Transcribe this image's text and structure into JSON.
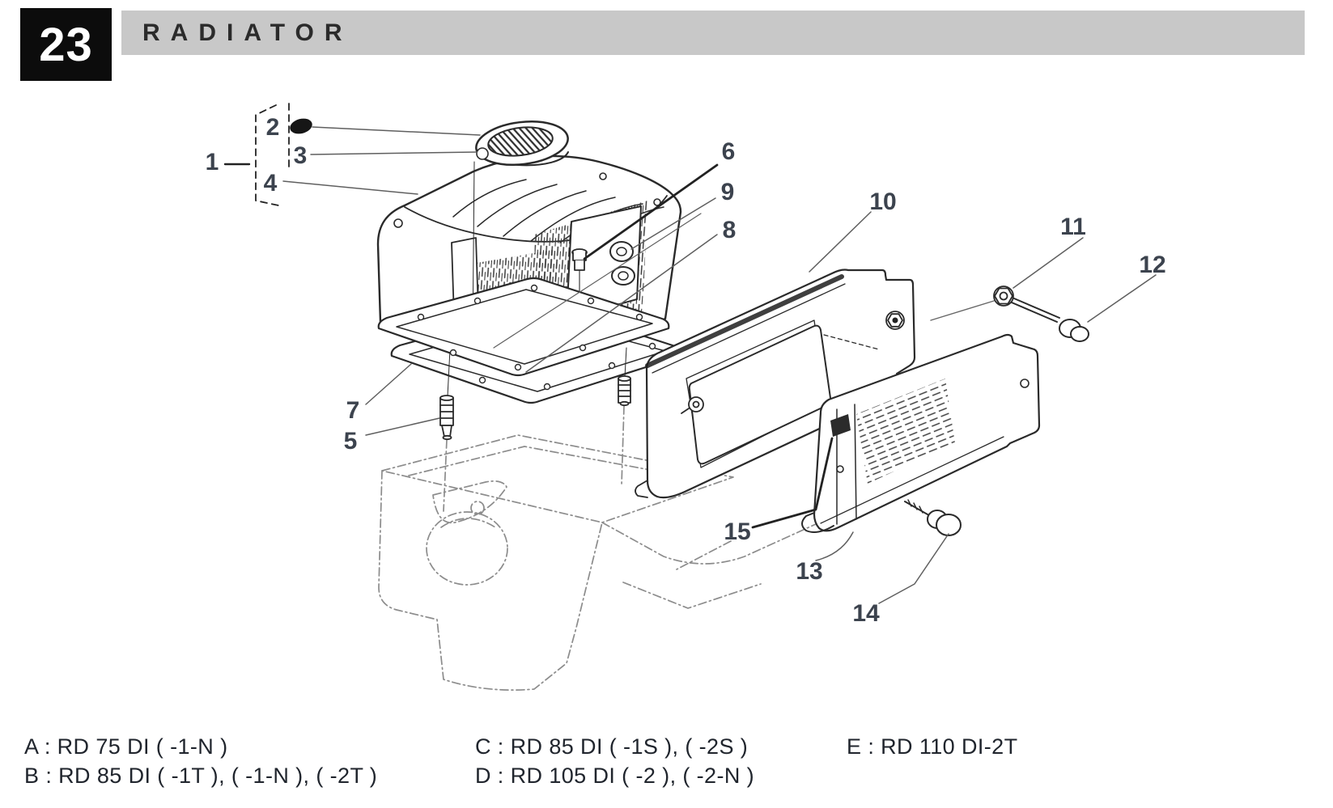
{
  "header": {
    "section_number": "23",
    "title": "RADIATOR"
  },
  "diagram": {
    "description": "Exploded isometric parts view of a radiator assembly mounted above an engine block (phantom outline), with fan shroud panel, grille screen panel, gasket, studs, plugs and fasteners",
    "callouts": [
      {
        "label": "1"
      },
      {
        "label": "2"
      },
      {
        "label": "3"
      },
      {
        "label": "4"
      },
      {
        "label": "5"
      },
      {
        "label": "6"
      },
      {
        "label": "7"
      },
      {
        "label": "8"
      },
      {
        "label": "9"
      },
      {
        "label": "10"
      },
      {
        "label": "11"
      },
      {
        "label": "12"
      },
      {
        "label": "13"
      },
      {
        "label": "14"
      },
      {
        "label": "15"
      }
    ]
  },
  "legend": {
    "separator": " : ",
    "entries": [
      {
        "key": "A",
        "model": "RD 75 DI ( -1-N )"
      },
      {
        "key": "B",
        "model": "RD 85 DI ( -1T ), ( -1-N ), ( -2T )"
      },
      {
        "key": "C",
        "model": "RD 85 DI ( -1S ), ( -2S )"
      },
      {
        "key": "D",
        "model": "RD 105 DI ( -2 ), ( -2-N )"
      },
      {
        "key": "E",
        "model": "RD 110 DI-2T"
      }
    ]
  },
  "colors": {
    "number_box": "#0c0c0c",
    "header_bar": "#c8c8c8",
    "line_art": "#2a2a2a",
    "phantom_lines": "#8c8c8c",
    "callout_text": "#3c434e",
    "legend_text": "#20252d"
  }
}
